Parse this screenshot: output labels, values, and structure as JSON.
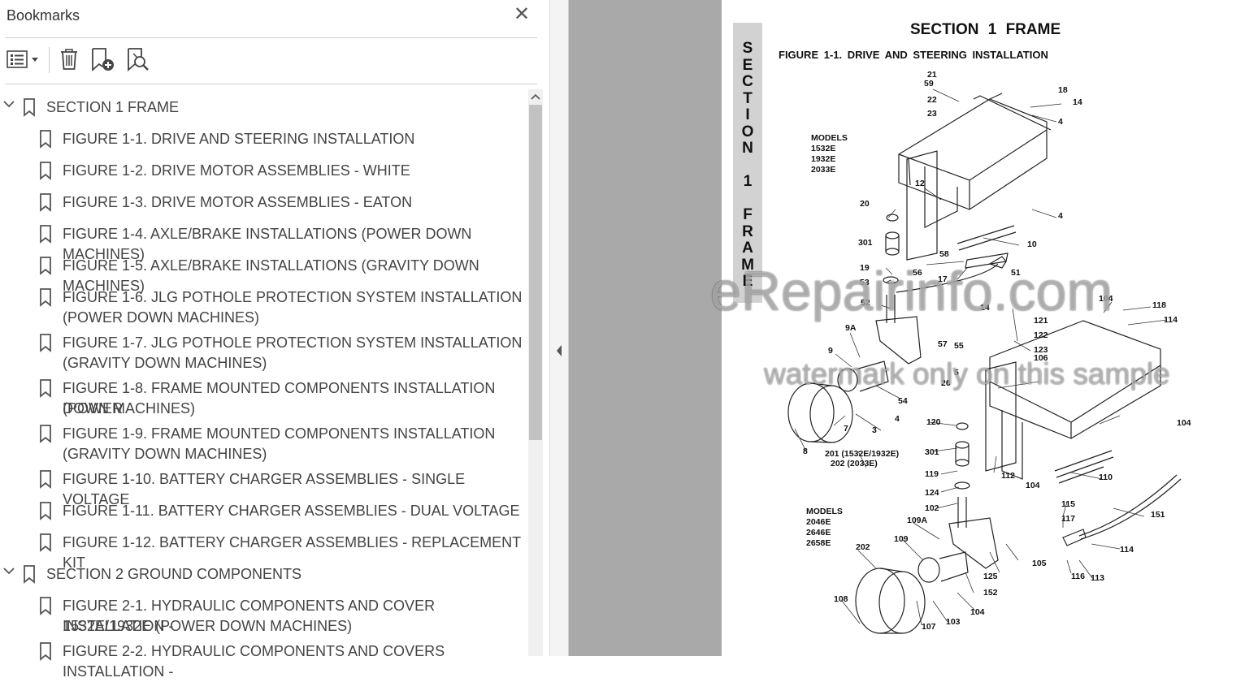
{
  "panel": {
    "title": "Bookmarks",
    "close_glyph": "✕",
    "toolbar_icons": [
      "options-list-icon",
      "delete-bookmark-icon",
      "new-bookmark-icon",
      "find-current-bookmark-icon"
    ]
  },
  "tree": [
    {
      "label": "SECTION 1 FRAME",
      "level": 0,
      "expanded": true
    },
    {
      "label": "FIGURE 1-1. DRIVE AND STEERING INSTALLATION",
      "level": 1
    },
    {
      "label": "FIGURE 1-2. DRIVE MOTOR ASSEMBLIES - WHITE",
      "level": 1
    },
    {
      "label": "FIGURE 1-3. DRIVE MOTOR ASSEMBLIES - EATON",
      "level": 1
    },
    {
      "label": "FIGURE 1-4. AXLE/BRAKE INSTALLATIONS (POWER DOWN MACHINES)",
      "level": 1
    },
    {
      "label": "FIGURE 1-5. AXLE/BRAKE INSTALLATIONS (GRAVITY DOWN MACHINES)",
      "level": 1
    },
    {
      "label": "FIGURE 1-6. JLG POTHOLE PROTECTION SYSTEM INSTALLATION",
      "label2": "(POWER DOWN MACHINES)",
      "level": 1
    },
    {
      "label": "FIGURE 1-7. JLG POTHOLE PROTECTION SYSTEM INSTALLATION",
      "label2": "(GRAVITY DOWN MACHINES)",
      "level": 1
    },
    {
      "label": "FIGURE 1-8. FRAME MOUNTED COMPONENTS INSTALLATION (POWER",
      "label2": "DOWN MACHINES)",
      "level": 1
    },
    {
      "label": "FIGURE 1-9. FRAME MOUNTED COMPONENTS INSTALLATION",
      "label2": "(GRAVITY DOWN MACHINES)",
      "level": 1
    },
    {
      "label": "FIGURE 1-10. BATTERY CHARGER ASSEMBLIES - SINGLE VOLTAGE",
      "level": 1
    },
    {
      "label": "FIGURE 1-11. BATTERY CHARGER ASSEMBLIES - DUAL VOLTAGE",
      "level": 1
    },
    {
      "label": "FIGURE 1-12. BATTERY CHARGER ASSEMBLIES - REPLACEMENT KIT",
      "level": 1
    },
    {
      "label": "SECTION 2 GROUND COMPONENTS",
      "level": 0,
      "expanded": true
    },
    {
      "label": "FIGURE 2-1. HYDRAULIC COMPONENTS AND COVER INSTALLATION -",
      "label2": "1532E/1932E (POWER DOWN MACHINES)",
      "level": 1
    },
    {
      "label": "FIGURE 2-2. HYDRAULIC COMPONENTS AND COVERS INSTALLATION -",
      "level": 1
    }
  ],
  "document": {
    "side_tab": "S\nE\nC\nT\nI\nO\nN\n\n1\n\nF\nR\nA\nM\nE",
    "section_heading": "SECTION 1   FRAME",
    "figure_title": "FIGURE 1-1.   DRIVE AND STEERING INSTALLATION",
    "models_top": "MODELS\n1532E\n1932E\n2033E",
    "models_bottom": "MODELS\n2046E\n2646E\n2658E",
    "part_labels": [
      "21",
      "59",
      "22",
      "23",
      "18",
      "14",
      "4",
      "12",
      "4",
      "20",
      "301",
      "10",
      "58",
      "51",
      "19",
      "56",
      "17",
      "53",
      "52",
      "14",
      "104",
      "118",
      "114",
      "9A",
      "57",
      "55",
      "121",
      "9",
      "122",
      "123",
      "106",
      "5",
      "26",
      "54",
      "4",
      "3",
      "7",
      "8",
      "201 (1532E/1932E)",
      "202 (2033E)",
      "120",
      "301",
      "104",
      "112",
      "110",
      "119",
      "104",
      "124",
      "102",
      "151",
      "115",
      "117",
      "109A",
      "109",
      "202",
      "152",
      "105",
      "125",
      "114",
      "116",
      "113",
      "108",
      "107",
      "103",
      "104"
    ],
    "watermark_main": "eRepairinfo.com",
    "watermark_sub": "watermark only on this sample"
  },
  "colors": {
    "panel_bg": "#ffffff",
    "doc_bg": "#a9a9a9",
    "tab_bg": "#d2d2d2",
    "text": "#444444"
  }
}
